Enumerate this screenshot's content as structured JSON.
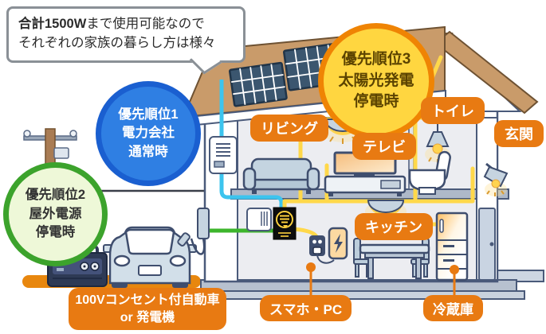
{
  "speech_bubble": {
    "highlight": "合計1500W",
    "line1_rest": "まで使用可能なので",
    "line2": "それぞれの家族の暮らし方は様々"
  },
  "priorities": {
    "p1": {
      "rank": "優先順位1",
      "source": "電力会社",
      "condition": "通常時"
    },
    "p2": {
      "rank": "優先順位2",
      "source": "屋外電源",
      "condition": "停電時"
    },
    "p3": {
      "rank": "優先順位3",
      "source": "太陽光発電",
      "condition": "停電時"
    }
  },
  "labels": {
    "living": "リビング",
    "tv": "テレビ",
    "toilet": "トイレ",
    "entrance": "玄関",
    "kitchen": "キッチン",
    "smartphone_pc": "スマホ・PC",
    "refrigerator": "冷蔵庫",
    "car_generator": {
      "line1": "100Vコンセント付自動車",
      "line2": "or 発電機"
    }
  },
  "colors": {
    "label_orange": "#e87a12",
    "priority1_fill": "#2f7fe3",
    "priority1_border": "#1a5fd0",
    "priority2_fill": "#eef8d8",
    "priority2_border": "#3ca32c",
    "priority3_fill": "#ffd640",
    "priority3_border": "#ef8404",
    "wire_solar": "#3cc4ee",
    "wire_external": "#3db52c",
    "wire_indoor": "#ffd84a",
    "ground_orange": "#e8870e",
    "roof_tan": "#c99b6a"
  }
}
